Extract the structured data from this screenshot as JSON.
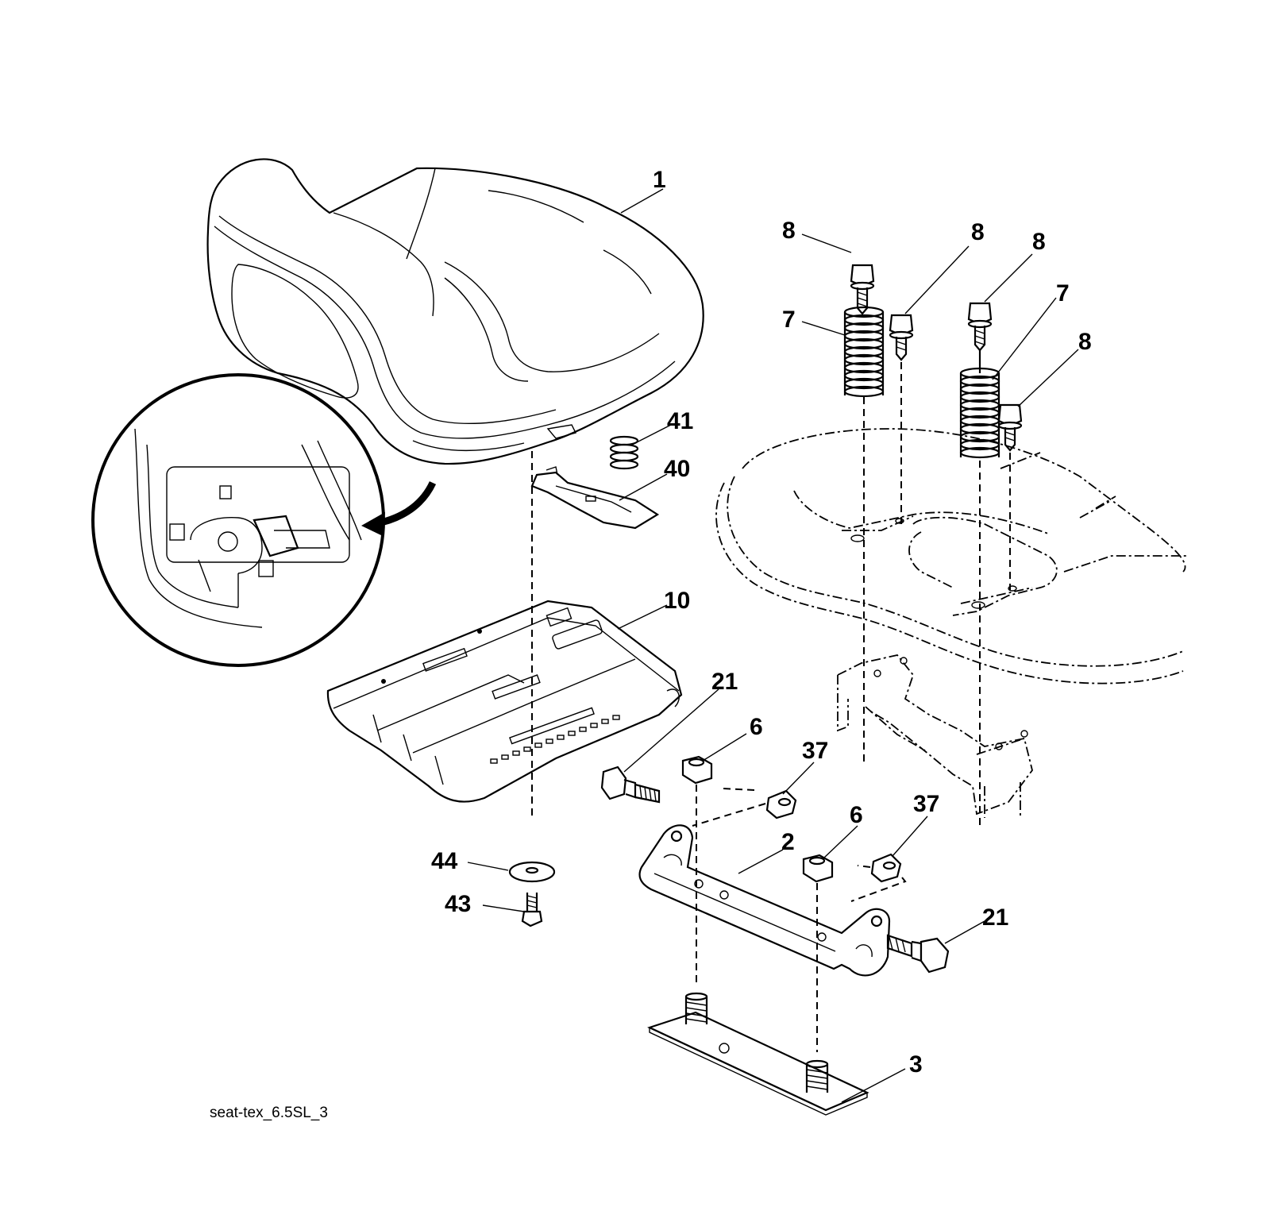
{
  "callouts": {
    "seat": "1",
    "bracket": "2",
    "base_plate": "3",
    "nut_a": "6",
    "nut_b": "6",
    "spring_a": "7",
    "spring_b": "7",
    "bolt_a": "8",
    "bolt_b": "8",
    "bolt_c": "8",
    "bolt_d": "8",
    "seat_pan": "10",
    "shoulder_bolt_a": "21",
    "shoulder_bolt_b": "21",
    "locknut_a": "37",
    "locknut_b": "37",
    "switch_bracket": "40",
    "small_spring": "41",
    "screw": "43",
    "washer": "44"
  },
  "caption": "seat-tex_6.5SL_3"
}
